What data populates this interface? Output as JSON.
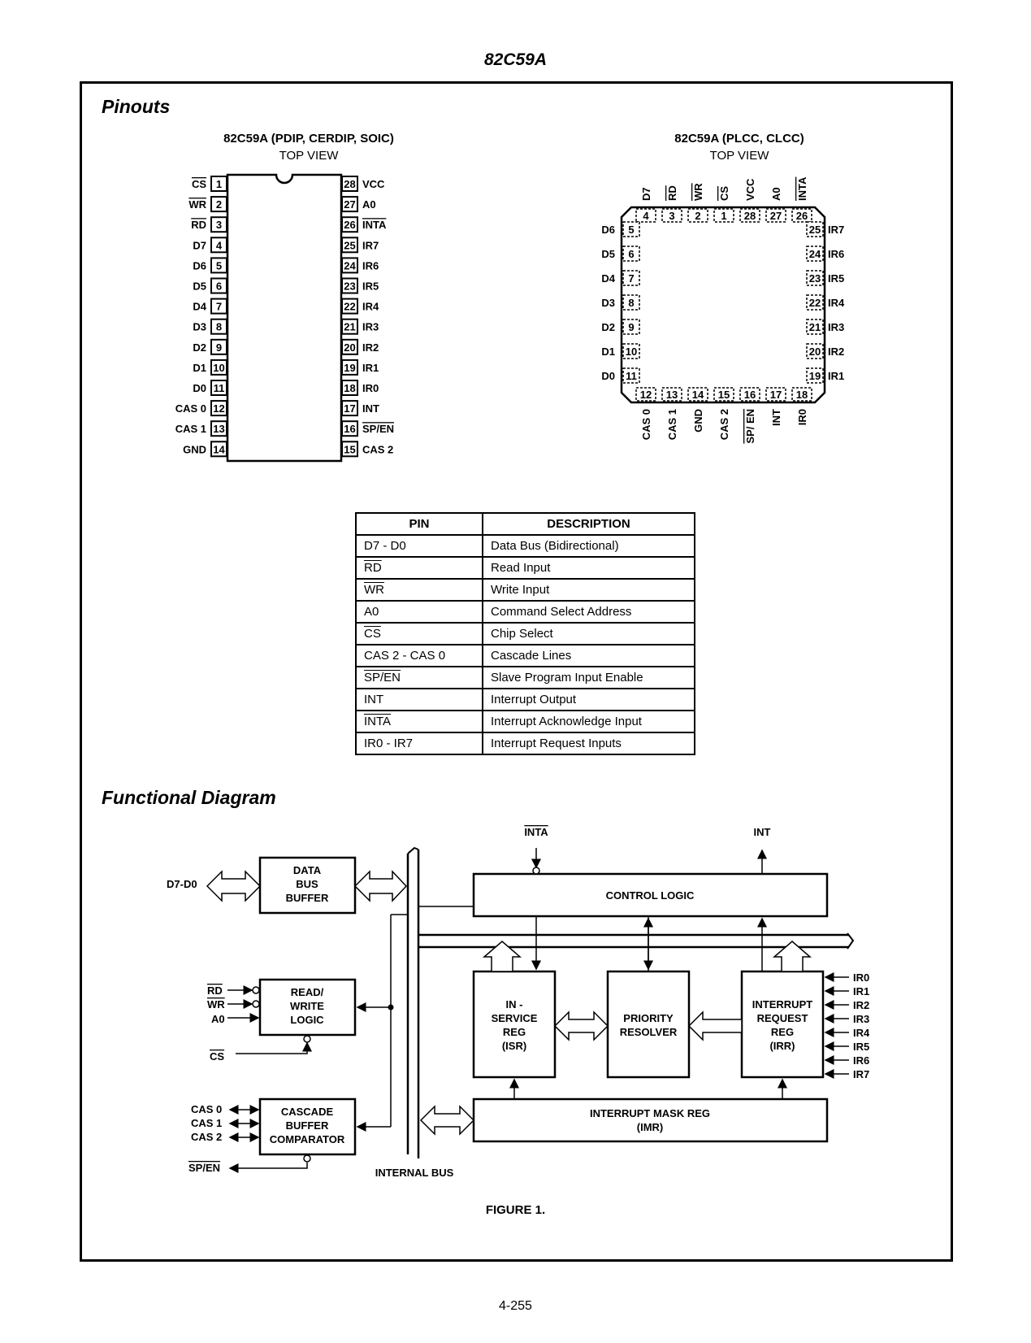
{
  "header": {
    "title": "82C59A"
  },
  "pinouts": {
    "title": "Pinouts",
    "dip": {
      "caption": "82C59A (PDIP, CERDIP, SOIC)",
      "view": "TOP VIEW",
      "left": [
        {
          "n": "1",
          "name": "CS",
          "bar": true
        },
        {
          "n": "2",
          "name": "WR",
          "bar": true
        },
        {
          "n": "3",
          "name": "RD",
          "bar": true
        },
        {
          "n": "4",
          "name": "D7"
        },
        {
          "n": "5",
          "name": "D6"
        },
        {
          "n": "6",
          "name": "D5"
        },
        {
          "n": "7",
          "name": "D4"
        },
        {
          "n": "8",
          "name": "D3"
        },
        {
          "n": "9",
          "name": "D2"
        },
        {
          "n": "10",
          "name": "D1"
        },
        {
          "n": "11",
          "name": "D0"
        },
        {
          "n": "12",
          "name": "CAS 0"
        },
        {
          "n": "13",
          "name": "CAS 1"
        },
        {
          "n": "14",
          "name": "GND"
        }
      ],
      "right": [
        {
          "n": "28",
          "name": "VCC"
        },
        {
          "n": "27",
          "name": "A0"
        },
        {
          "n": "26",
          "name": "INTA",
          "bar": true
        },
        {
          "n": "25",
          "name": "IR7"
        },
        {
          "n": "24",
          "name": "IR6"
        },
        {
          "n": "23",
          "name": "IR5"
        },
        {
          "n": "22",
          "name": "IR4"
        },
        {
          "n": "21",
          "name": "IR3"
        },
        {
          "n": "20",
          "name": "IR2"
        },
        {
          "n": "19",
          "name": "IR1"
        },
        {
          "n": "18",
          "name": "IR0"
        },
        {
          "n": "17",
          "name": "INT"
        },
        {
          "n": "16",
          "name": "SP/EN",
          "bar": true
        },
        {
          "n": "15",
          "name": "CAS 2"
        }
      ]
    },
    "plcc": {
      "caption": "82C59A (PLCC, CLCC)",
      "view": "TOP VIEW",
      "top": [
        {
          "n": "4",
          "name": "D7"
        },
        {
          "n": "3",
          "name": "RD",
          "bar": true
        },
        {
          "n": "2",
          "name": "WR",
          "bar": true
        },
        {
          "n": "1",
          "name": "CS",
          "bar": true
        },
        {
          "n": "28",
          "name": "VCC"
        },
        {
          "n": "27",
          "name": "A0"
        },
        {
          "n": "26",
          "name": "INTA",
          "bar": true
        }
      ],
      "left": [
        {
          "n": "5",
          "name": "D6"
        },
        {
          "n": "6",
          "name": "D5"
        },
        {
          "n": "7",
          "name": "D4"
        },
        {
          "n": "8",
          "name": "D3"
        },
        {
          "n": "9",
          "name": "D2"
        },
        {
          "n": "10",
          "name": "D1"
        },
        {
          "n": "11",
          "name": "D0"
        }
      ],
      "right": [
        {
          "n": "25",
          "name": "IR7"
        },
        {
          "n": "24",
          "name": "IR6"
        },
        {
          "n": "23",
          "name": "IR5"
        },
        {
          "n": "22",
          "name": "IR4"
        },
        {
          "n": "21",
          "name": "IR3"
        },
        {
          "n": "20",
          "name": "IR2"
        },
        {
          "n": "19",
          "name": "IR1"
        }
      ],
      "bottom": [
        {
          "n": "12",
          "name": "CAS 0"
        },
        {
          "n": "13",
          "name": "CAS 1"
        },
        {
          "n": "14",
          "name": "GND"
        },
        {
          "n": "15",
          "name": "CAS 2"
        },
        {
          "n": "16",
          "name": "SP/ EN",
          "bar": true
        },
        {
          "n": "17",
          "name": "INT"
        },
        {
          "n": "18",
          "name": "IR0"
        }
      ]
    },
    "table": {
      "headers": [
        "PIN",
        "DESCRIPTION"
      ],
      "rows": [
        {
          "pin": "D7 - D0",
          "desc": "Data Bus (Bidirectional)"
        },
        {
          "pin": "RD",
          "desc": "Read Input",
          "bar": true
        },
        {
          "pin": "WR",
          "desc": "Write Input",
          "bar": true
        },
        {
          "pin": "A0",
          "desc": "Command Select Address"
        },
        {
          "pin": "CS",
          "desc": "Chip Select",
          "bar": true
        },
        {
          "pin": "CAS 2 - CAS 0",
          "desc": "Cascade Lines"
        },
        {
          "pin": "SP/EN",
          "desc": "Slave Program Input Enable",
          "bar": true
        },
        {
          "pin": "INT",
          "desc": "Interrupt Output"
        },
        {
          "pin": "INTA",
          "desc": "Interrupt Acknowledge Input",
          "bar": true
        },
        {
          "pin": "IR0 - IR7",
          "desc": "Interrupt Request Inputs"
        }
      ]
    }
  },
  "functional": {
    "title": "Functional Diagram",
    "blocks": {
      "data_bus_buffer": [
        "DATA",
        "BUS",
        "BUFFER"
      ],
      "read_write_logic": [
        "READ/",
        "WRITE",
        "LOGIC"
      ],
      "cascade": [
        "CASCADE",
        "BUFFER",
        "COMPARATOR"
      ],
      "control": [
        "CONTROL LOGIC"
      ],
      "isr": [
        "IN -",
        "SERVICE",
        "REG",
        "(ISR)"
      ],
      "priority": [
        "PRIORITY",
        "RESOLVER"
      ],
      "irr": [
        "INTERRUPT",
        "REQUEST",
        "REG",
        "(IRR)"
      ],
      "imr": [
        "INTERRUPT MASK REG",
        "(IMR)"
      ]
    },
    "signals": {
      "d7d0": "D7-D0",
      "rd": "RD",
      "wr": "WR",
      "a0": "A0",
      "cs": "CS",
      "cas": [
        "CAS 0",
        "CAS 1",
        "CAS 2"
      ],
      "spen": "SP/EN",
      "inta": "INTA",
      "int": "INT",
      "ir": [
        "IR0",
        "IR1",
        "IR2",
        "IR3",
        "IR4",
        "IR5",
        "IR6",
        "IR7"
      ],
      "internal_bus": "INTERNAL BUS"
    },
    "figure": "FIGURE 1."
  },
  "footer": {
    "page": "4-255"
  }
}
